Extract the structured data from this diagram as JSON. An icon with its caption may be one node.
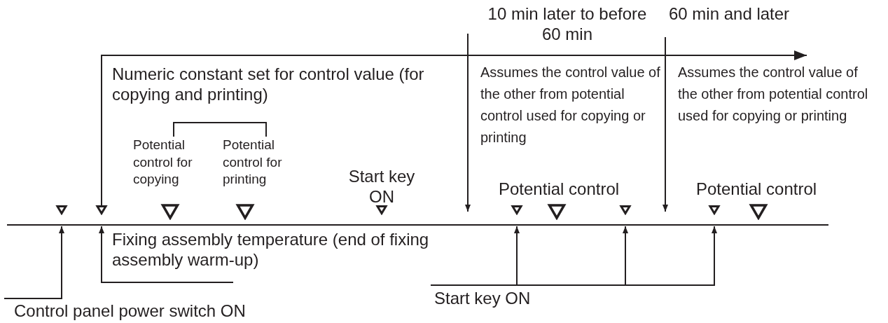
{
  "diagram": {
    "nodes": [
      {
        "text": [],
        "shape": "triangle"
      },
      {
        "text": [],
        "shape": "triangle"
      },
      {
        "text": [],
        "shape": "triangle"
      },
      {
        "text": [],
        "shape": "triangle"
      },
      {
        "text": [],
        "shape": "triangle"
      },
      {
        "text": [],
        "shape": "triangle"
      },
      {
        "text": [],
        "shape": "triangle"
      },
      {
        "text": [],
        "shape": "triangle"
      },
      {
        "text": [],
        "shape": "triangle"
      },
      {
        "text": [],
        "shape": "triangle"
      },
      {
        "text": [
          "Fixing assembly temperature (end of fixing assembly warm-up)"
        ]
      },
      {
        "text": [
          "Control panel power switch ON"
        ]
      },
      {
        "text": [
          "Start key ON"
        ]
      }
    ],
    "edges": [
      {
        "from": 11,
        "to": 0,
        "arrow": "to"
      },
      {
        "from": 10,
        "to": 1,
        "arrow": "to"
      },
      {
        "from": 12,
        "to": 5,
        "arrow": "to"
      },
      {
        "from": 12,
        "to": 7,
        "arrow": "to"
      },
      {
        "from": 12,
        "to": 8,
        "arrow": "to"
      }
    ],
    "labels": [
      "10 min later to before 60 min",
      "60 min and later",
      "Numeric constant set for control value (for copying and printing)",
      "Assumes the control value of the other from potential control used for copying or printing",
      "Assumes the control value of the other from potential control used for copying or printing",
      "Potential control for copying",
      "Potential control for printing",
      "Start key ON",
      "Potential control",
      "Potential control"
    ]
  }
}
